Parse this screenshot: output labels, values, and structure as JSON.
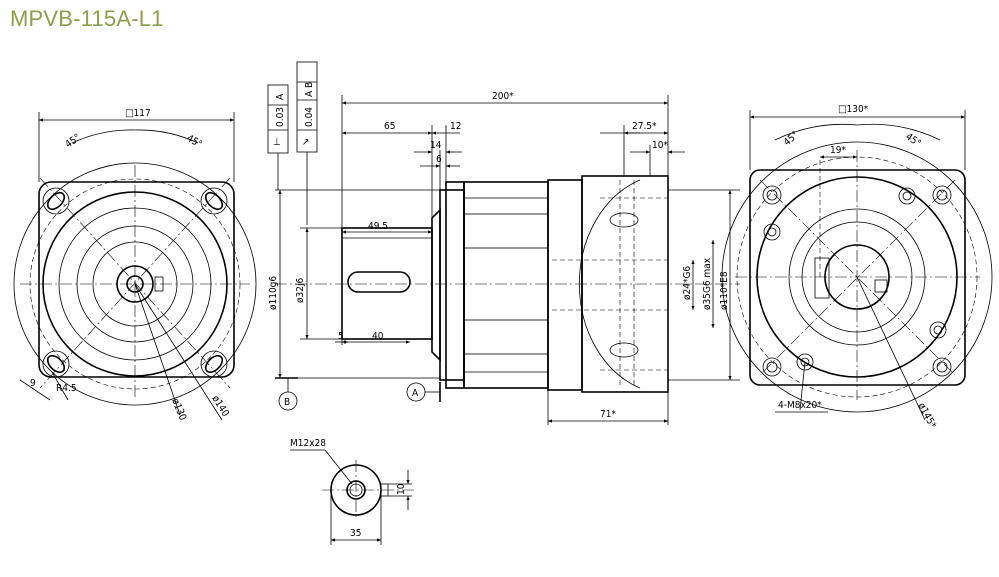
{
  "title": "MPVB-115A-L1",
  "left_view": {
    "square": "□117",
    "angle_left": "45°",
    "angle_right": "45°",
    "r": "R4.5",
    "hole_dim": "9",
    "pcd": "ø130",
    "outer": "ø140"
  },
  "tolerance_frames": [
    {
      "symbol": "⊥",
      "value": "0.03",
      "datum": "A"
    },
    {
      "symbol": "↗",
      "value": "0.04",
      "datum": "A B"
    }
  ],
  "side_view": {
    "overall": "200*",
    "d65": "65",
    "d12": "12",
    "d14": "14",
    "d6": "6",
    "d27_5": "27.5*",
    "d10s": "10*",
    "d49_5": "49.5",
    "d5": "5",
    "d40": "40",
    "d71": "71*",
    "dia110": "ø110g6",
    "dia32": "ø32j6",
    "dia24": "ø24*G6",
    "dia35": "ø35G6 max",
    "dia110e": "ø110*E8",
    "datum_a": "A",
    "datum_b": "B"
  },
  "right_view": {
    "square": "□130*",
    "angle_left": "45°",
    "angle_right": "45°",
    "d19": "19*",
    "holes": "4-M8x20*",
    "pcd": "ø145*"
  },
  "key_view": {
    "thread": "M12x28",
    "width": "10",
    "height": "35"
  }
}
